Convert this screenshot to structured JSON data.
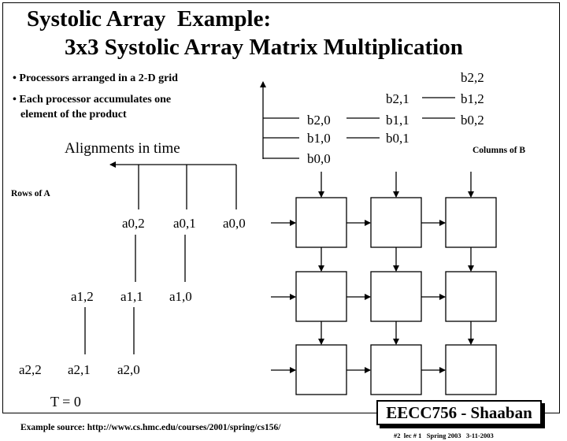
{
  "slide": {
    "title_line1": "Systolic Array  Example:",
    "title_line2": "3x3 Systolic Array Matrix Multiplication"
  },
  "bullets": [
    "• Processors arranged in a 2-D grid",
    "• Each processor accumulates one",
    "element of the product"
  ],
  "labels": {
    "alignments": "Alignments in time",
    "columns_of_b": "Columns of B",
    "rows_of_a": "Rows of A",
    "time": "T = 0"
  },
  "matrix_b": {
    "row0": [
      "b2,2"
    ],
    "row1": [
      "b2,1",
      "b1,2"
    ],
    "row2": [
      "b2,0",
      "b1,1",
      "b0,2"
    ],
    "row3": [
      "b1,0",
      "b0,1"
    ],
    "row4": [
      "b0,0"
    ]
  },
  "matrix_a": {
    "row0": [
      "a0,2",
      "a0,1",
      "a0,0"
    ],
    "row1": [
      "a1,2",
      "a1,1",
      "a1,0"
    ],
    "row2": [
      "a2,2",
      "a2,1",
      "a2,0"
    ]
  },
  "footer": {
    "badge": "EECC756 - Shaaban",
    "source": "Example source:  http://www.cs.hmc.edu/courses/2001/spring/cs156/",
    "meta": "#2  lec # 1   Spring 2003   3-11-2003"
  }
}
